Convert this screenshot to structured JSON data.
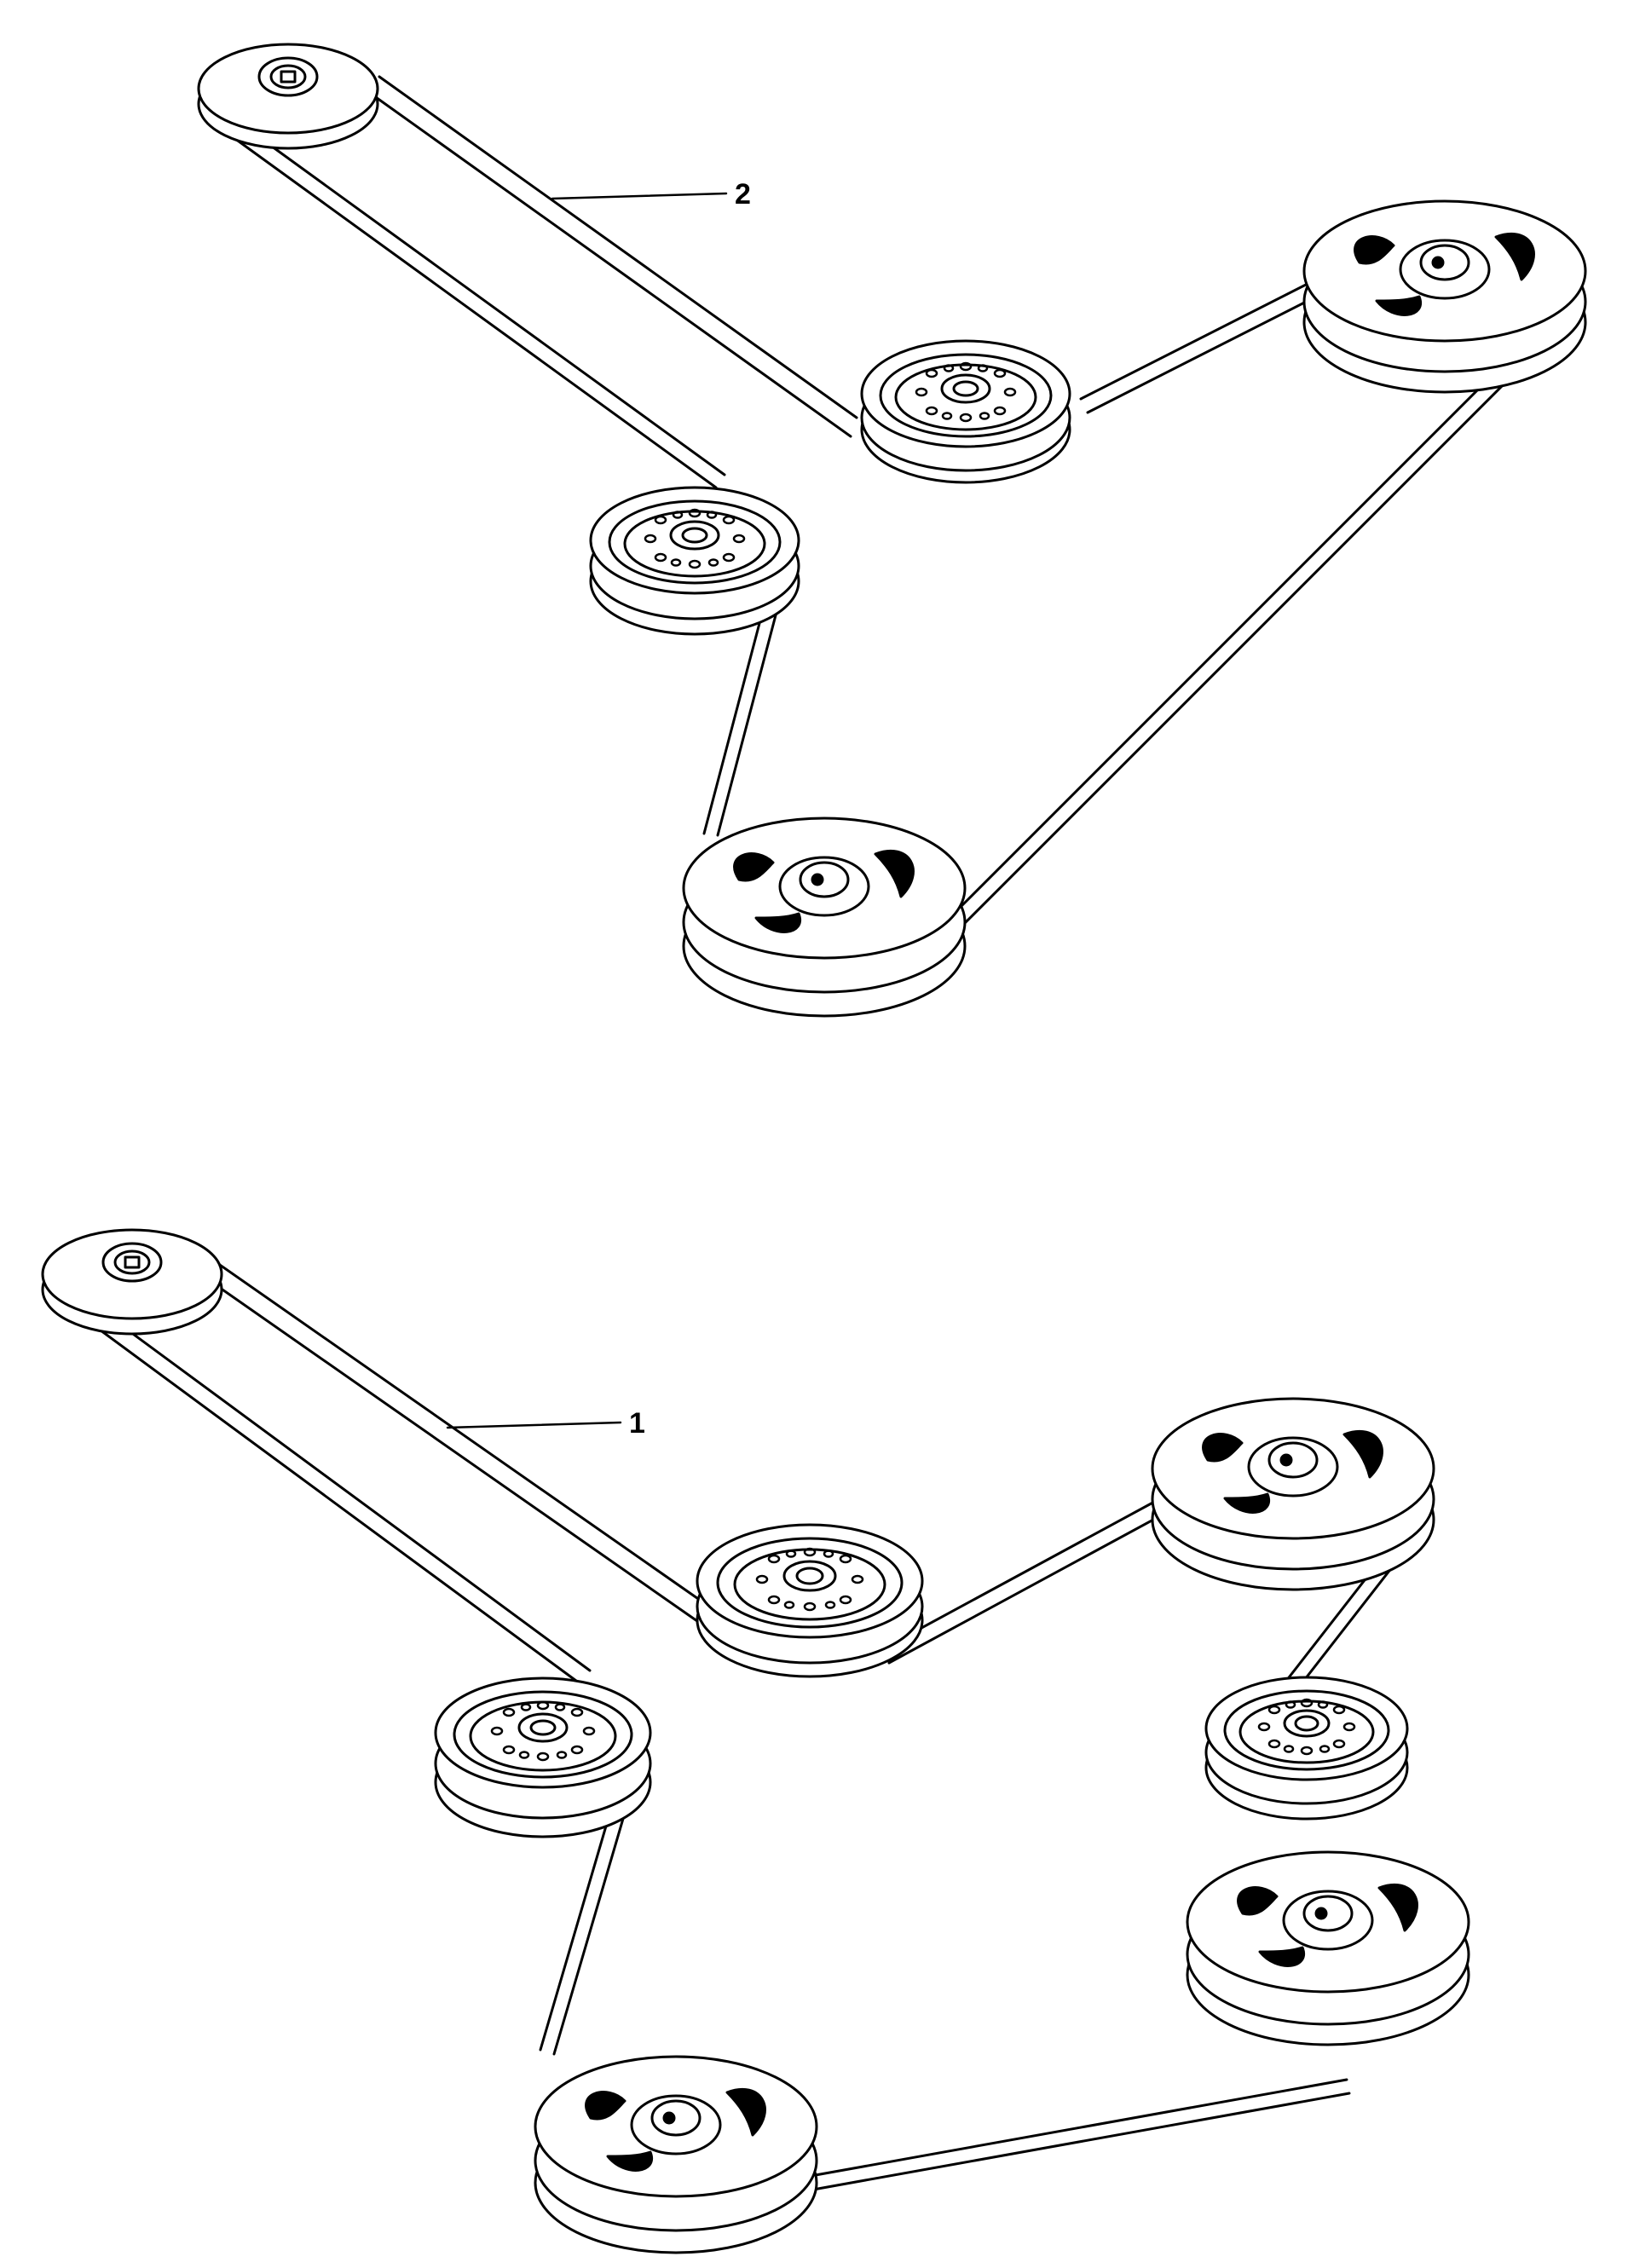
{
  "figure": {
    "colors": {
      "line": "#000000",
      "background": "#ffffff"
    },
    "assemblies": [
      {
        "name": "upper-belt-assembly",
        "callout": {
          "label": "2"
        },
        "pulleys": [
          {
            "name": "engine-pulley",
            "icon": "engine-pulley-icon"
          },
          {
            "name": "center-idler-pulley",
            "icon": "idler-pulley-icon"
          },
          {
            "name": "right-spindle-pulley",
            "icon": "spindle-pulley-icon"
          },
          {
            "name": "left-idler-pulley",
            "icon": "idler-pulley-icon"
          },
          {
            "name": "lower-spindle-pulley",
            "icon": "spindle-pulley-icon"
          }
        ]
      },
      {
        "name": "lower-belt-assembly",
        "callout": {
          "label": "1"
        },
        "pulleys": [
          {
            "name": "engine-pulley",
            "icon": "engine-pulley-icon"
          },
          {
            "name": "center-idler-pulley",
            "icon": "idler-pulley-icon"
          },
          {
            "name": "upper-right-spindle-pulley",
            "icon": "spindle-pulley-icon"
          },
          {
            "name": "left-idler-pulley",
            "icon": "idler-pulley-icon"
          },
          {
            "name": "right-idler-pulley",
            "icon": "idler-pulley-icon"
          },
          {
            "name": "lower-right-spindle-pulley",
            "icon": "spindle-pulley-icon"
          },
          {
            "name": "lower-left-spindle-pulley",
            "icon": "spindle-pulley-icon"
          }
        ]
      }
    ]
  }
}
